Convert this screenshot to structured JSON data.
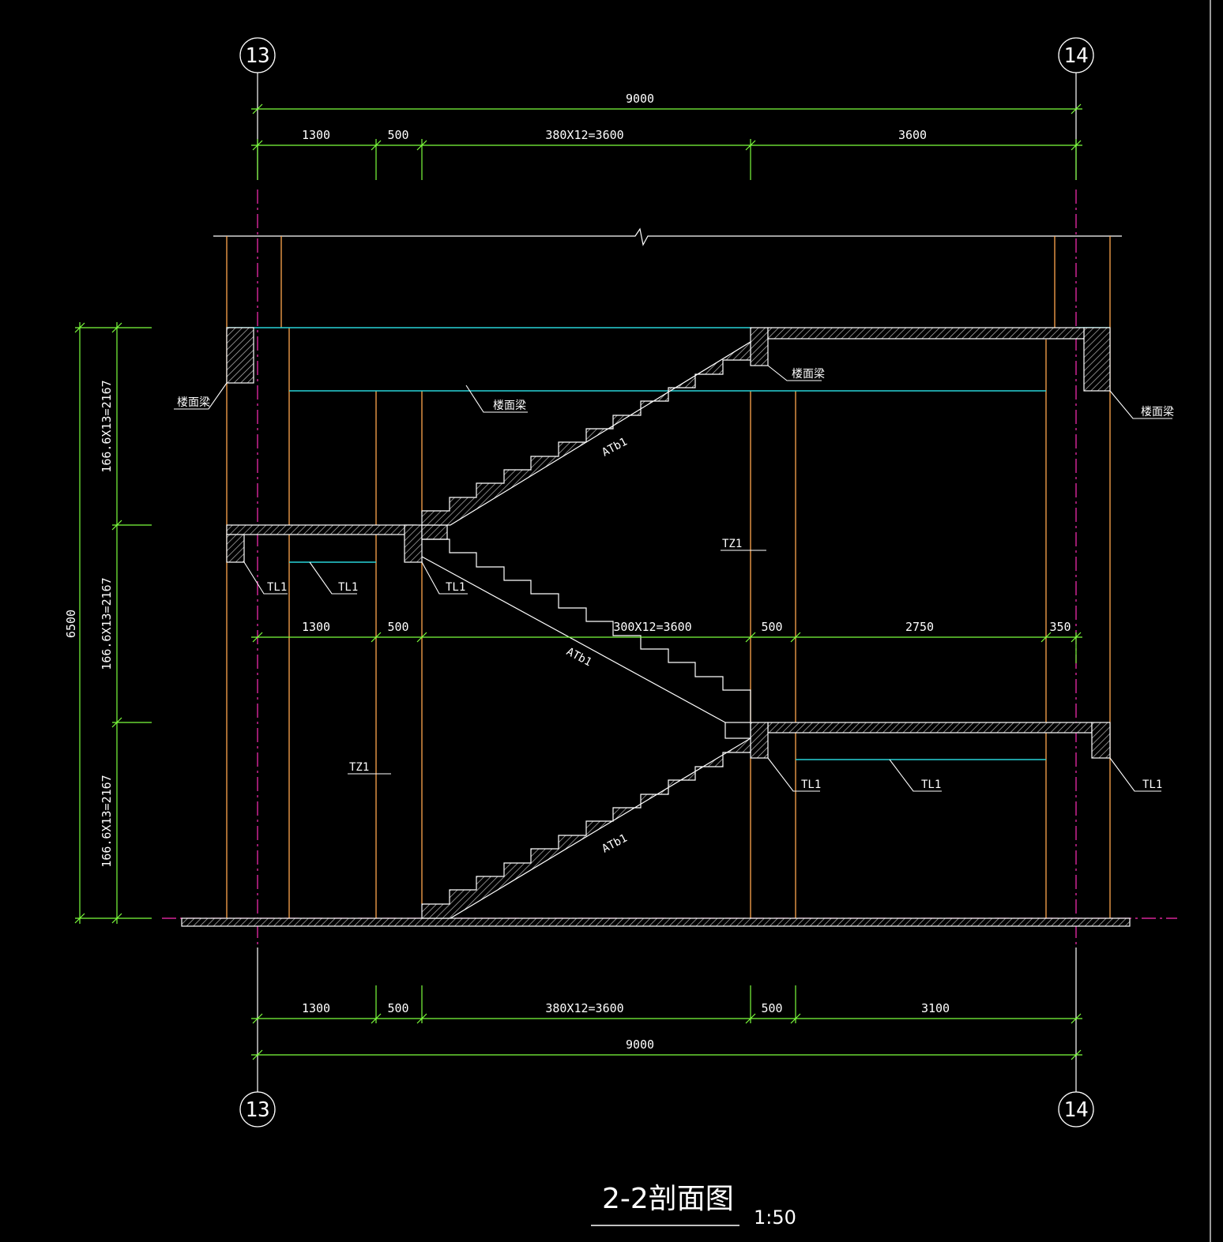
{
  "colors": {
    "background": "#000000",
    "dimension": "#7cff3c",
    "column": "#ffa64d",
    "beam": "#29d3d8",
    "axis": "#ff2db8",
    "linework": "#ffffff"
  },
  "grid": {
    "left": "13",
    "right": "14"
  },
  "dims": {
    "top_total": "9000",
    "top_1300": "1300",
    "top_500": "500",
    "top_run": "380X12=3600",
    "top_3600": "3600",
    "mid_1300": "1300",
    "mid_500a": "500",
    "mid_run": "300X12=3600",
    "mid_500b": "500",
    "mid_2750": "2750",
    "mid_350": "350",
    "bot_1300": "1300",
    "bot_500a": "500",
    "bot_run": "380X12=3600",
    "bot_500b": "500",
    "bot_3100": "3100",
    "bot_total": "9000",
    "height_total": "6500",
    "flight_upper": "166.6X13=2167",
    "flight_middle": "166.6X13=2167",
    "flight_lower": "166.6X13=2167"
  },
  "labels": {
    "floor_beam_left": "楼面梁",
    "floor_beam_mid": "楼面梁",
    "floor_beam_center": "楼面梁",
    "floor_beam_right": "楼面梁",
    "atb_upper": "ATb1",
    "atb_middle": "ATb1",
    "atb_lower": "ATb1",
    "tz_upper": "TZ1",
    "tz_lower": "TZ1",
    "tl_1": "TL1",
    "tl_2": "TL1",
    "tl_3": "TL1",
    "tl_4": "TL1",
    "tl_5": "TL1",
    "tl_6": "TL1"
  },
  "title": {
    "text": "2-2剖面图",
    "scale": "1:50"
  }
}
